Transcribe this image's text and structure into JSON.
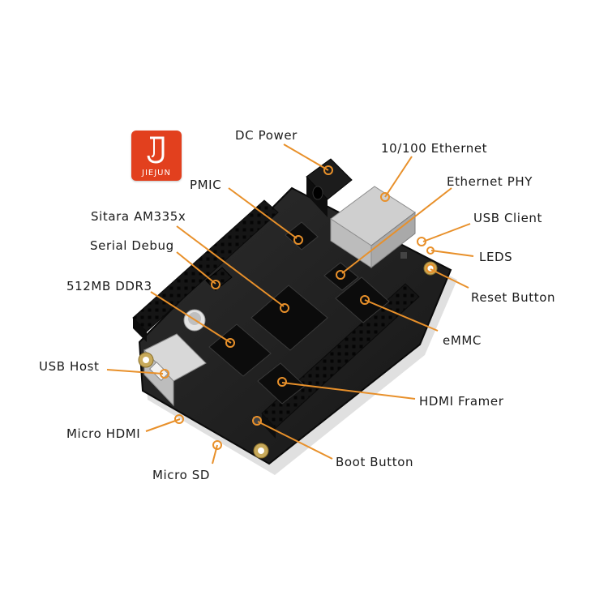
{
  "brand": {
    "logo_text": "JIEJUN",
    "logo_color": "#e2401e"
  },
  "accent_color": "#e8902a",
  "labels": {
    "dc_power": "DC Power",
    "ethernet": "10/100 Ethernet",
    "ethernet_phy": "Ethernet PHY",
    "pmic": "PMIC",
    "usb_client": "USB Client",
    "sitara": "Sitara AM335x",
    "leds": "LEDS",
    "serial_debug": "Serial Debug",
    "reset_button": "Reset Button",
    "ddr3": "512MB DDR3",
    "emmc": "eMMC",
    "usb_host": "USB Host",
    "hdmi_framer": "HDMI Framer",
    "micro_hdmi": "Micro HDMI",
    "boot_button": "Boot Button",
    "micro_sd": "Micro SD"
  }
}
